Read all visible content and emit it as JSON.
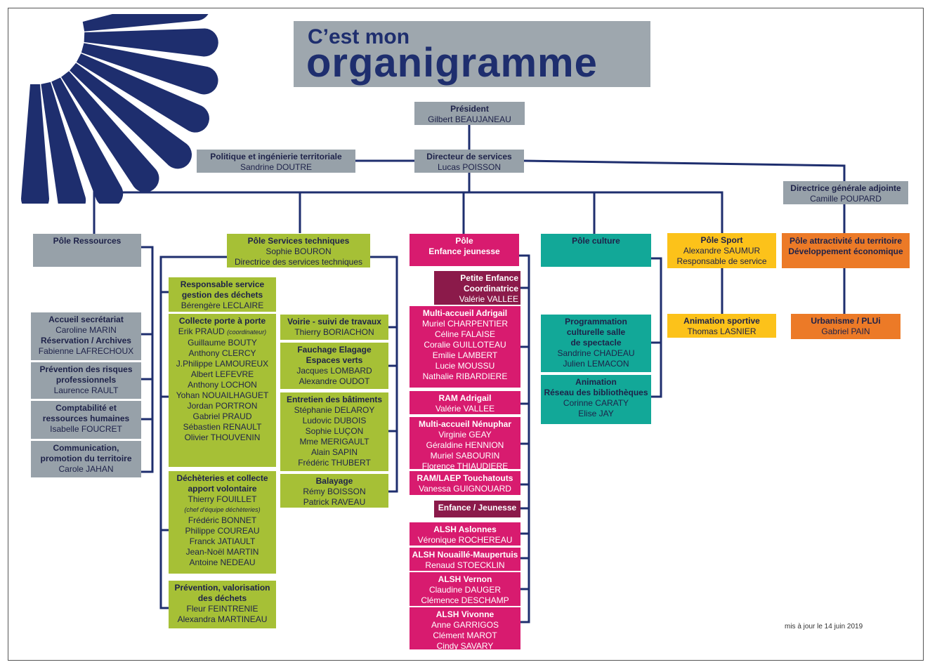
{
  "title": {
    "line1": "C’est mon",
    "line2": "organigramme"
  },
  "updated": "mis à jour le 14 juin 2019",
  "colors": {
    "navy": "#1e2e6e",
    "grey": "#97a1a9",
    "green": "#a6c036",
    "pink": "#d81b6f",
    "teal": "#12a898",
    "yellow": "#fcc21a",
    "orange": "#ec7a27",
    "line": "#1e2e6e"
  },
  "president": {
    "title": "Président",
    "name": "Gilbert BEAUJANEAU"
  },
  "politique": {
    "title": "Politique et ingénierie territoriale",
    "name": "Sandrine DOUTRE"
  },
  "directeur": {
    "title": "Directeur de services",
    "name": "Lucas POISSON"
  },
  "dga": {
    "title": "Directrice générale adjointe",
    "name": "Camille POUPARD"
  },
  "ressources": {
    "title": "Pôle Ressources",
    "accueil": [
      "Accueil secrétariat",
      "Caroline MARIN",
      "Réservation / Archives",
      "Fabienne LAFRECHOUX"
    ],
    "prevention": [
      "Prévention des risques",
      "professionnels",
      "Laurence RAULT"
    ],
    "compta": [
      "Comptabilité et",
      "ressources humaines",
      "Isabelle FOUCRET"
    ],
    "communication": [
      "Communication,",
      "promotion du territoire",
      "Carole JAHAN"
    ]
  },
  "techniques": {
    "title": "Pôle Services techniques",
    "name": "Sophie BOURON",
    "role": "Directrice des services techniques",
    "dechets": [
      "Responsable service",
      "gestion des déchets",
      "Bérengère LECLAIRE"
    ],
    "collecte": [
      "Collecte porte à porte",
      "Erik PRAUD",
      "(coordinateur)",
      "Guillaume BOUTY",
      "Anthony CLERCY",
      "J.Philippe LAMOUREUX",
      "Albert LEFEVRE",
      "Anthony LOCHON",
      "Yohan NOUAILHAGUET",
      "Jordan PORTRON",
      "Gabriel PRAUD",
      "Sébastien RENAULT",
      "Olivier THOUVENIN"
    ],
    "decheteries": [
      "Déchèteries et collecte",
      "apport volontaire",
      "Thierry FOUILLET",
      "(chef d'équipe déchèteries)",
      "Frédéric BONNET",
      "Philippe COUREAU",
      "Franck JATIAULT",
      "Jean-Noël MARTIN",
      "Antoine NEDEAU"
    ],
    "prevdechets": [
      "Prévention, valorisation",
      "des déchets",
      "Fleur FEINTRENIE",
      "Alexandra MARTINEAU"
    ],
    "voirie": [
      "Voirie - suivi de travaux",
      "Thierry BORIACHON"
    ],
    "fauchage": [
      "Fauchage Elagage",
      "Espaces verts",
      "Jacques LOMBARD",
      "Alexandre OUDOT"
    ],
    "batiments": [
      "Entretien des bâtiments",
      "Stéphanie DELAROY",
      "Ludovic DUBOIS",
      "Sophie LUÇON",
      "Mme MERIGAULT",
      "Alain SAPIN",
      "Frédéric THUBERT"
    ],
    "balayage": [
      "Balayage",
      "Rémy BOISSON",
      "Patrick RAVEAU"
    ]
  },
  "enfance": {
    "title": [
      "Pôle",
      "Enfance jeunesse"
    ],
    "petite": [
      "Petite Enfance",
      "Coordinatrice",
      "Valérie VALLEE"
    ],
    "adrigail": [
      "Multi-accueil Adrigail",
      "Muriel CHARPENTIER",
      "Céline FALAISE",
      "Coralie GUILLOTEAU",
      "Emilie LAMBERT",
      "Lucie MOUSSU",
      "Nathalie RIBARDIERE"
    ],
    "ram": [
      "RAM Adrigail",
      "Valérie VALLEE"
    ],
    "nenuphar": [
      "Multi-accueil Nénuphar",
      "Virginie GEAY",
      "Géraldine HENNION",
      "Muriel SABOURIN",
      "Florence THIAUDIERE"
    ],
    "laep": [
      "RAM/LAEP Touchatouts",
      "Vanessa GUIGNOUARD"
    ],
    "jeunesse": [
      "Enfance / Jeunesse"
    ],
    "aslonnes": [
      "ALSH Aslonnes",
      "Véronique ROCHEREAU"
    ],
    "nouaille": [
      "ALSH Nouaillé-Maupertuis",
      "Renaud STOECKLIN"
    ],
    "vernon": [
      "ALSH Vernon",
      "Claudine DAUGER",
      "Clémence DESCHAMP"
    ],
    "vivonne": [
      "ALSH Vivonne",
      "Anne GARRIGOS",
      "Clément MAROT",
      "Cindy SAVARY"
    ]
  },
  "culture": {
    "title": "Pôle culture",
    "programmation": [
      "Programmation",
      "culturelle salle",
      "de spectacle",
      "Sandrine CHADEAU",
      "Julien LEMACON"
    ],
    "animation": [
      "Animation",
      "Réseau des bibliothèques",
      "Corinne CARATY",
      "Elise JAY"
    ]
  },
  "sport": {
    "title": "Pôle Sport",
    "name": "Alexandre SAUMUR",
    "role": "Responsable de service",
    "animation": [
      "Animation sportive",
      "Thomas LASNIER"
    ]
  },
  "attractivite": {
    "title": [
      "Pôle attractivité du territoire",
      "Développement économique"
    ],
    "urbanisme": [
      "Urbanisme / PLUi",
      "Gabriel PAIN"
    ]
  }
}
